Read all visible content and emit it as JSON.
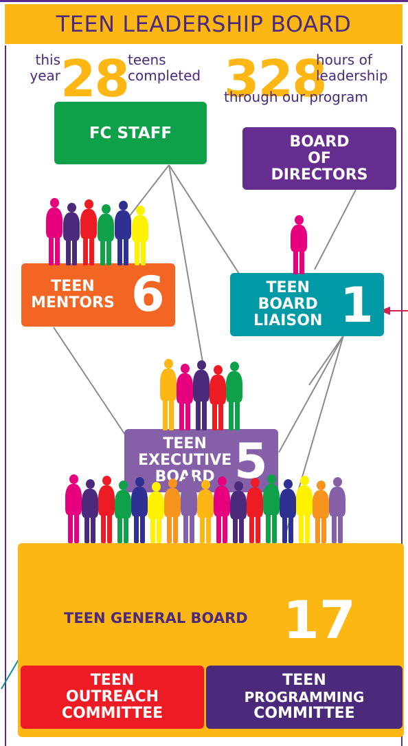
{
  "header": {
    "title": "TEEN LEADERSHIP BOARD"
  },
  "stats": {
    "this_year": [
      "this",
      "year"
    ],
    "teens_count": "28",
    "teens_completed": [
      "teens",
      "completed"
    ],
    "hours_count": "328",
    "hours_of_leadership": [
      "hours of",
      "leadership"
    ],
    "through_program": "through our program"
  },
  "boxes": {
    "fc_staff": {
      "label": "FC  STAFF",
      "color": "#0fa14a"
    },
    "board_of_directors": {
      "label_lines": [
        "BOARD",
        "OF",
        "DIRECTORS"
      ],
      "color": "#652d90"
    },
    "teen_mentors": {
      "label_lines": [
        "TEEN",
        "MENTORS"
      ],
      "number": "6",
      "color": "#f26522"
    },
    "teen_board_liaison": {
      "label_lines": [
        "TEEN",
        "BOARD",
        "LIAISON"
      ],
      "number": "1",
      "color": "#009aa6"
    },
    "teen_executive_board": {
      "label_lines": [
        "TEEN",
        "EXECUTIVE",
        "BOARD"
      ],
      "number": "5",
      "color": "#8560a8"
    },
    "teen_general_board": {
      "label": "TEEN GENERAL BOARD",
      "number": "17",
      "color": "#fdb714",
      "label_color": "#4b2a7b"
    },
    "teen_outreach_committee": {
      "label_lines": [
        "TEEN",
        "OUTREACH",
        "COMMITTEE"
      ],
      "color": "#ed1c24"
    },
    "teen_programming_committee": {
      "label_lines": [
        "TEEN",
        "PROGRAMMING",
        "COMMITTEE"
      ],
      "color": "#4b2a7b"
    }
  },
  "colors": {
    "purple": "#5a2c8c",
    "yellow": "#fdb714",
    "connector": "#8a8a8a",
    "arrow_red": "#d6204b",
    "arrow_teal": "#0b8fa0"
  },
  "people_palette": [
    "#e6007e",
    "#4b2a7b",
    "#ed1c24",
    "#0fa14a",
    "#2e3192",
    "#fff200",
    "#f7941d",
    "#8560a8",
    "#fdb714"
  ]
}
